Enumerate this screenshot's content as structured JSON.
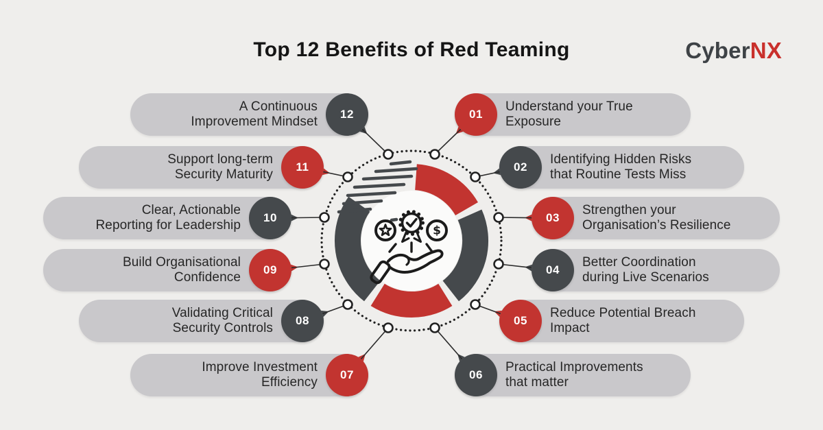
{
  "title": "Top 12 Benefits of Red Teaming",
  "brand": {
    "part1": "Cyber",
    "part2": "NX"
  },
  "colors": {
    "red": "#c23430",
    "dark": "#45494c",
    "pill": "#c9c8cb",
    "background": "#efeeec"
  },
  "items": [
    {
      "num": "01",
      "label": "Understand your True\nExposure",
      "accent": "red",
      "side": "right"
    },
    {
      "num": "02",
      "label": "Identifying Hidden Risks\nthat Routine Tests Miss",
      "accent": "dark",
      "side": "right"
    },
    {
      "num": "03",
      "label": "Strengthen your\nOrganisation’s Resilience",
      "accent": "red",
      "side": "right"
    },
    {
      "num": "04",
      "label": "Better Coordination\nduring Live Scenarios",
      "accent": "dark",
      "side": "right"
    },
    {
      "num": "05",
      "label": "Reduce Potential Breach\nImpact",
      "accent": "red",
      "side": "right"
    },
    {
      "num": "06",
      "label": "Practical Improvements\nthat matter",
      "accent": "dark",
      "side": "right"
    },
    {
      "num": "07",
      "label": "Improve Investment\nEfficiency",
      "accent": "red",
      "side": "left"
    },
    {
      "num": "08",
      "label": "Validating Critical\nSecurity Controls",
      "accent": "dark",
      "side": "left"
    },
    {
      "num": "09",
      "label": "Build Organisational\nConfidence",
      "accent": "red",
      "side": "left"
    },
    {
      "num": "10",
      "label": "Clear, Actionable\nReporting for Leadership",
      "accent": "dark",
      "side": "left"
    },
    {
      "num": "11",
      "label": "Support long-term\nSecurity Maturity",
      "accent": "red",
      "side": "left"
    },
    {
      "num": "12",
      "label": "A Continuous\nImprovement Mindset",
      "accent": "dark",
      "side": "left"
    }
  ],
  "center": {
    "icons": [
      "star-medal-icon",
      "ribbon-check-badge-icon",
      "dollar-coin-icon",
      "giving-hand-icon"
    ],
    "dollar_glyph": "$"
  }
}
